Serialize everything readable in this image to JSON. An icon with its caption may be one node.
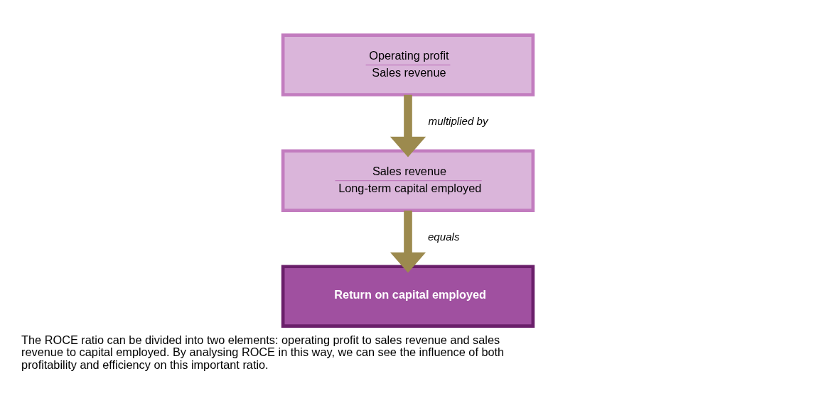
{
  "diagram": {
    "caption": "The ROCE ratio can be divided into two elements: operating profit to sales revenue and sales revenue to capital employed. By analysing ROCE in this way, we can see the influence of both profitability and efficiency on this important ratio.",
    "nodes": [
      {
        "text": [
          "Operating profit",
          "Sales revenue"
        ]
      },
      {
        "text": [
          "Sales revenue",
          "Long-term capital employed"
        ]
      },
      {
        "text": [
          "Return on capital employed"
        ]
      }
    ],
    "edges": [
      {
        "from": 0,
        "to": 1,
        "arrow": "to",
        "label": "multiplied by"
      },
      {
        "from": 1,
        "to": 2,
        "arrow": "to",
        "label": "equals"
      }
    ]
  }
}
